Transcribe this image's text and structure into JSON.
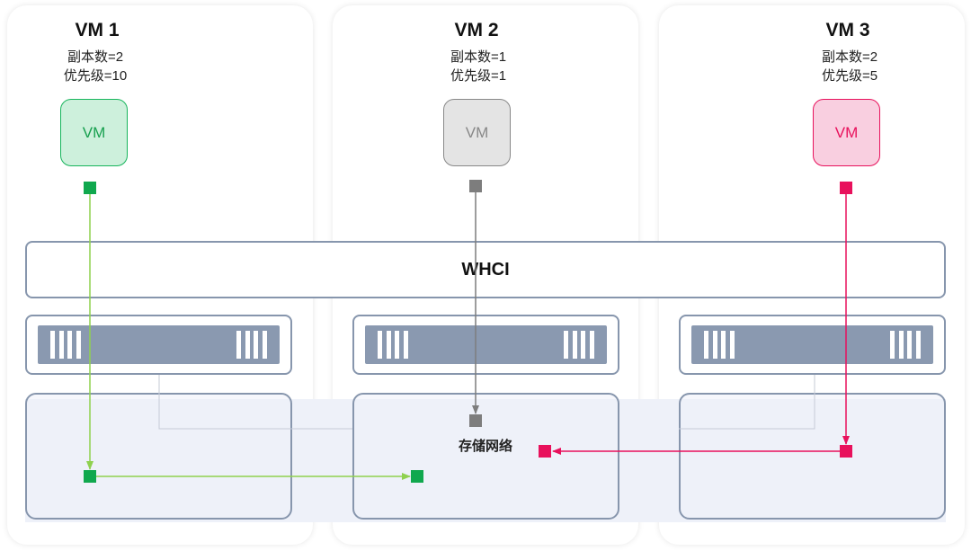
{
  "vms": [
    {
      "title": "VM 1",
      "replicas": "副本数=2",
      "priority": "优先级=10",
      "box_label": "VM",
      "color": "#17b55c"
    },
    {
      "title": "VM 2",
      "replicas": "副本数=1",
      "priority": "优先级=1",
      "box_label": "VM",
      "color": "#888888"
    },
    {
      "title": "VM 3",
      "replicas": "副本数=2",
      "priority": "优先级=5",
      "box_label": "VM",
      "color": "#e8115c"
    }
  ],
  "whci_label": "WHCI",
  "network_label": "存储网络",
  "colors": {
    "green_line": "#8fd14f",
    "green_node": "#10a84e",
    "gray": "#7d7d7d",
    "pink": "#e8115c",
    "frame": "#8796ad"
  }
}
